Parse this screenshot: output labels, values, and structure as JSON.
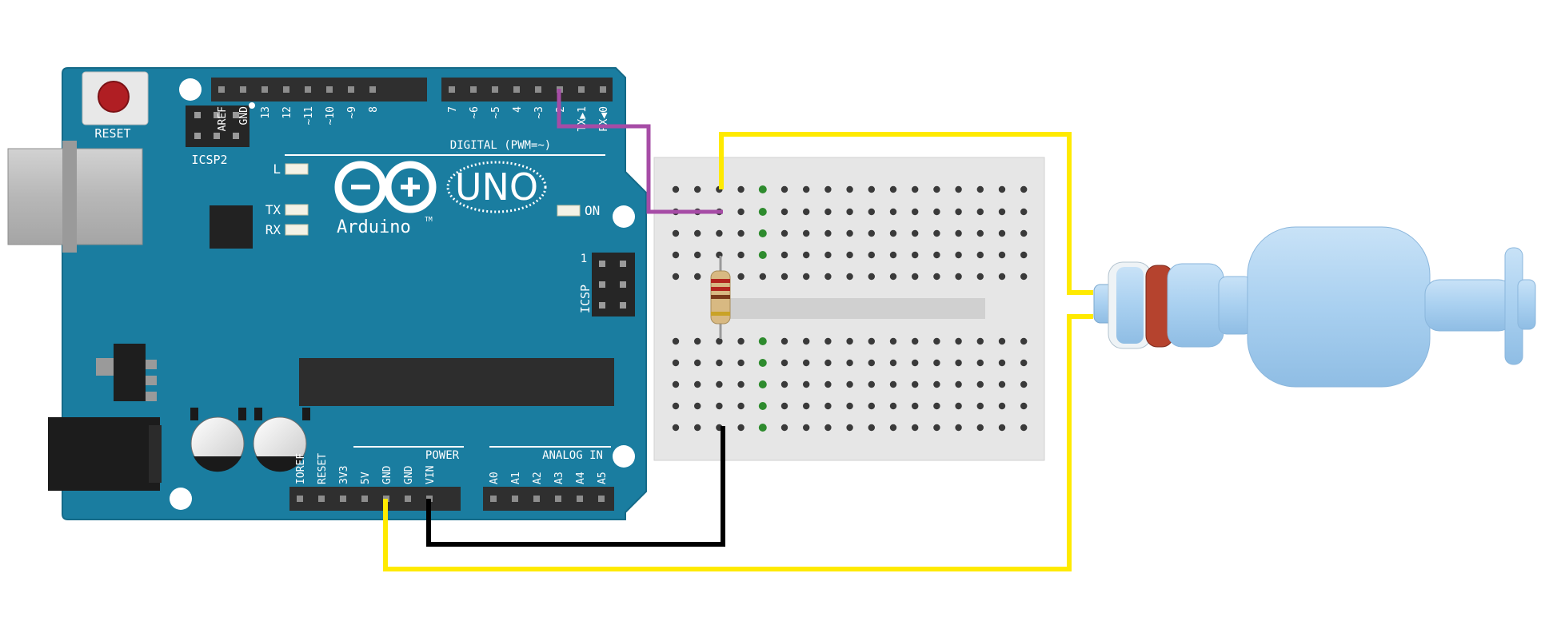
{
  "board": {
    "reset_label": "RESET",
    "icsp2_label": "ICSP2",
    "icsp_label": "ICSP",
    "icsp_pin1": "1",
    "digital_label": "DIGITAL (PWM=~)",
    "power_label": "POWER",
    "analog_label": "ANALOG IN",
    "led_l": "L",
    "led_tx": "TX",
    "led_rx": "RX",
    "led_on": "ON",
    "logo_uno": "UNO",
    "logo_name": "Arduino",
    "logo_tm": "TM",
    "digital_pins_left": [
      "AREF",
      "GND",
      "13",
      "12",
      "~11",
      "~10",
      "~9",
      "8"
    ],
    "digital_pins_right": [
      "7",
      "~6",
      "~5",
      "4",
      "~3",
      "2",
      "TX▶1",
      "RX◀0"
    ],
    "power_pins": [
      "IOREF",
      "RESET",
      "3V3",
      "5V",
      "GND",
      "GND",
      "VIN"
    ],
    "analog_pins": [
      "A0",
      "A1",
      "A2",
      "A3",
      "A4",
      "A5"
    ]
  },
  "colors": {
    "board": "#1a7da0",
    "wire_5v": "#ffea00",
    "wire_gnd": "#000000",
    "wire_signal": "#a64ca6",
    "sensor": "#a9d0f0",
    "seal": "#b5432e",
    "breadboard": "#e6e6e6"
  },
  "components": {
    "breadboard": "breadboard-icon",
    "resistor": "resistor-icon",
    "float_sensor": "float-switch-icon"
  }
}
